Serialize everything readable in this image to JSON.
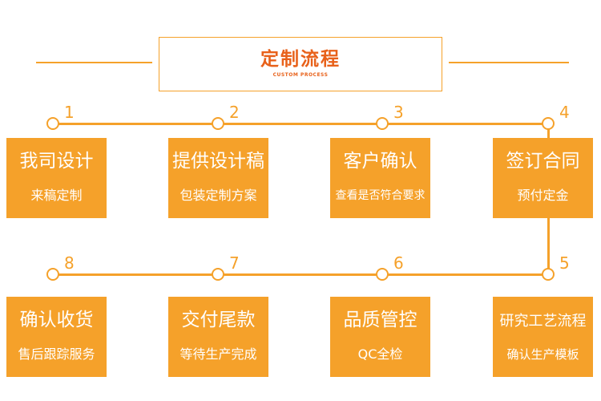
{
  "header": {
    "title": "定制流程",
    "subtitle": "CUSTOM PROCESS"
  },
  "steps": [
    {
      "number": "1",
      "title": "我司设计",
      "desc": "来稿定制"
    },
    {
      "number": "2",
      "title": "提供设计稿",
      "desc": "包装定制方案"
    },
    {
      "number": "3",
      "title": "客户确认",
      "desc": "查看是否符合要求"
    },
    {
      "number": "4",
      "title": "签订合同",
      "desc": "预付定金"
    },
    {
      "number": "5",
      "title": "研究工艺流程",
      "desc": "确认生产模板"
    },
    {
      "number": "6",
      "title": "品质管控",
      "desc": "QC全检"
    },
    {
      "number": "7",
      "title": "交付尾款",
      "desc": "等待生产完成"
    },
    {
      "number": "8",
      "title": "确认收货",
      "desc": "售后跟踪服务"
    }
  ],
  "colors": {
    "accent": "#f5a12a",
    "title": "#e8611a",
    "text_on_card": "#ffffff"
  }
}
